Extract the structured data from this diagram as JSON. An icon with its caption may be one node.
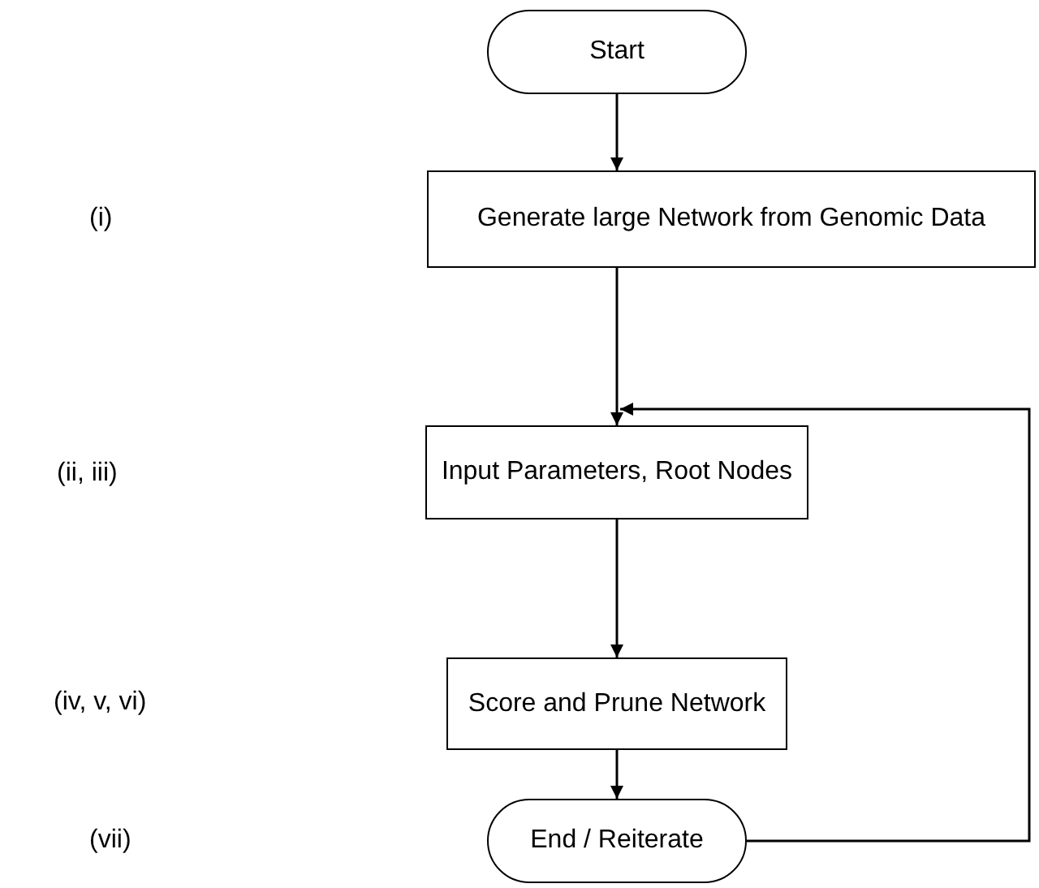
{
  "diagram": {
    "nodes": [
      {
        "text": [
          "Start"
        ]
      },
      {
        "text": [
          "Generate large Network from Genomic Data"
        ]
      },
      {
        "text": [
          "Input Parameters, Root Nodes"
        ]
      },
      {
        "text": [
          "Score and Prune Network"
        ]
      },
      {
        "text": [
          "End / Reiterate"
        ]
      }
    ],
    "labels": [
      "(i)",
      "(ii, iii)",
      "(iv, v, vi)",
      "(vii)"
    ],
    "edges": [
      {
        "from": 0,
        "to": 1,
        "arrow": "to"
      },
      {
        "from": 1,
        "to": 2,
        "arrow": "to"
      },
      {
        "from": 2,
        "to": 3,
        "arrow": "to"
      },
      {
        "from": 3,
        "to": 4,
        "arrow": "to"
      },
      {
        "from": 4,
        "to": 2,
        "arrow": "to"
      }
    ]
  }
}
